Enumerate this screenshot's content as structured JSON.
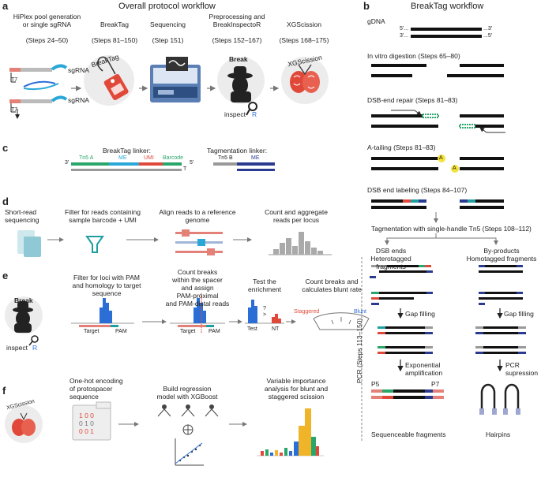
{
  "panel_a": {
    "label": "a",
    "title": "Overall protocol workflow",
    "steps": [
      {
        "name": "HiPlex pool generation\nor single sgRNA",
        "range": "(Steps 24–50)"
      },
      {
        "name": "BreakTag",
        "range": "(Steps 81–150)"
      },
      {
        "name": "Sequencing",
        "range": "(Step 151)"
      },
      {
        "name": "Preprocessing and\nBreakInspectoR",
        "range": "(Steps 152–167)"
      },
      {
        "name": "XGScission",
        "range": "(Steps 168–175)"
      }
    ],
    "t7_1": "T7",
    "t7_2": "T7",
    "sgrna_1": "sgRNA",
    "sgrna_2": "sgRNA",
    "breaktag_logo": "BreakTag",
    "break_logo": "Break",
    "inspector_logo": "inspect",
    "inspector_r": "R",
    "xgs_logo": "XGScission"
  },
  "panel_b": {
    "label": "b",
    "title": "BreakTag workflow",
    "gdna": "gDNA",
    "vitro": "In vitro digestion (Steps 65–80)",
    "dsb_repair": "DSB-end repair (Steps 81–83)",
    "atail": "A-tailing (Steps 81–83)",
    "a_mark": "A",
    "dsb_label": "DSB end labeling (Steps 84–107)",
    "tagmentation": "Tagmentation with single-handle Tn5 (Steps 108–112)",
    "dsb_ends_1": "DSB ends",
    "dsb_ends_2": "Heterotagged fragments",
    "byprod_1": "By-products",
    "byprod_2": "Homotagged fragments",
    "gap_filling_1": "Gap filling",
    "gap_filling_2": "Gap filling",
    "exp_amp_1": "Exponential",
    "exp_amp_2": "amplification",
    "pcr_sup_1": "PCR",
    "pcr_sup_2": "supression",
    "pcr_steps": "PCR (Steps 113–150)",
    "p5": "P5",
    "p7": "P7",
    "seq_frag": "Sequenceable fragments",
    "hairpins": "Hairpins",
    "end5": "5′...",
    "end3": "3′...",
    "end3r": "...3′",
    "end5r": "...5′"
  },
  "panel_c": {
    "label": "c",
    "bt_linker": "BreakTag linker:",
    "tag_linker": "Tagmentation linker:",
    "tn5a": "Tn5 A",
    "me": "ME",
    "umi": "UMI",
    "barcode": "Barcode",
    "tn5b": "Tn5 B",
    "me2": "ME",
    "t_mark": "T",
    "p3": "3′",
    "p5": "5′"
  },
  "panel_d": {
    "label": "d",
    "s1": "Short-read\nsequencing",
    "s2": "Filter for reads containing\nsample barcode + UMI",
    "s3": "Align reads to a reference\ngenome",
    "s4": "Count and aggregate\nreads per locus"
  },
  "panel_e": {
    "label": "e",
    "s1": "Filter for loci with PAM\nand homology to target\nsequence",
    "s2": "Count breaks\nwithin the spacer\nand assign\nPAM-proximal\nand PAM-distal reads",
    "s3": "Test the\nenrichment",
    "s4": "Count breaks and\ncalculates blunt rate",
    "target": "Target",
    "pam": "PAM",
    "target2": "Target",
    "pam2": "PAM",
    "test": "Test",
    "nt": "NT",
    "q": "?",
    "gt": ">",
    "staggered": "Staggered",
    "blunt": "Blunt",
    "break_logo": "Break",
    "inspector_logo": "inspect",
    "inspector_r": "R"
  },
  "panel_f": {
    "label": "f",
    "logo": "XGScission",
    "s1": "One-hot encoding\nof protospacer\nsequence",
    "s2": "Build regression\nmodel with XGBoost",
    "s3": "Variable importance\nanalysis for blunt and\nstaggered scission",
    "onehot": [
      "1 0 0",
      "0 1 0",
      "0 0 1"
    ]
  },
  "colors": {
    "green": "#2aa66a",
    "blue": "#2b6fd6",
    "red": "#e0493a",
    "navy": "#2a3b8f",
    "teal": "#1f9ea0",
    "salmon": "#e38178",
    "grey": "#9a9a9a",
    "yellow": "#f3e23a"
  }
}
